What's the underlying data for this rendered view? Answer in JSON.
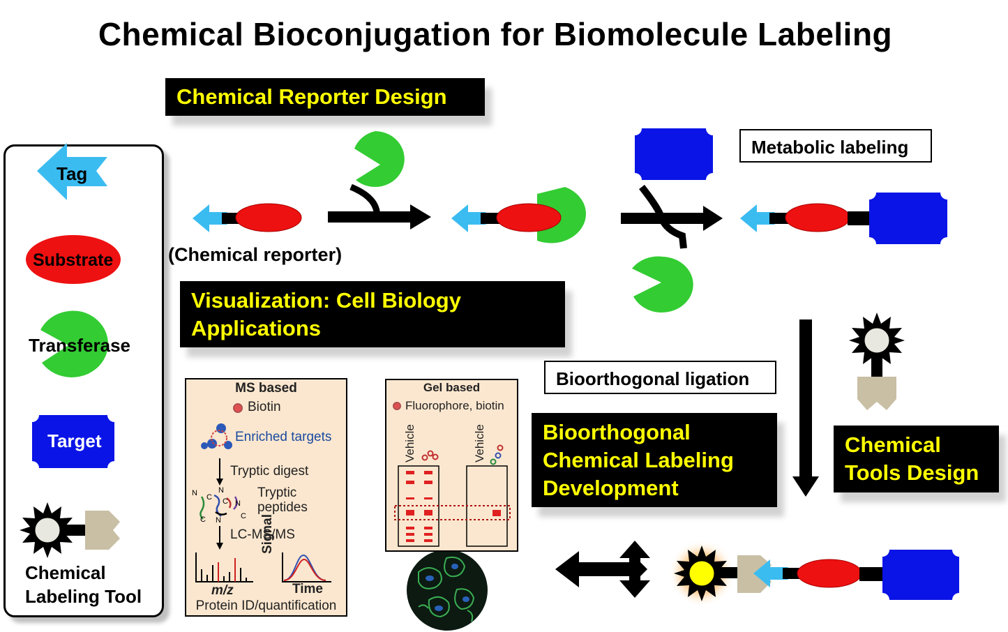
{
  "title": "Chemical Bioconjugation for Biomolecule Labeling",
  "legend": {
    "tag": "Tag",
    "substrate": "Substrate",
    "transferase": "Transferase",
    "target": "Target",
    "tool_line1": "Chemical",
    "tool_line2": "Labeling Tool"
  },
  "banners": {
    "reporter_design": "Chemical Reporter Design",
    "visualization_line1": "Visualization: Cell Biology",
    "visualization_line2": "Applications",
    "bioorthogonal_line1": "Bioorthogonal",
    "bioorthogonal_line2": "Chemical Labeling",
    "bioorthogonal_line3": "Development",
    "tools_line1": "Chemical",
    "tools_line2": "Tools Design"
  },
  "labels": {
    "chemical_reporter": "(Chemical reporter)",
    "metabolic_labeling": "Metabolic labeling",
    "bioorthogonal_ligation": "Bioorthogonal ligation"
  },
  "ms_panel": {
    "header": "MS based",
    "biotin": "Biotin",
    "enriched": "Enriched targets",
    "tryptic_digest": "Tryptic digest",
    "tryptic_line1": "Tryptic",
    "tryptic_line2": "peptides",
    "lcms": "LC-MS/MS",
    "mz": "m/z",
    "signal": "Signal",
    "time": "Time",
    "footer": "Protein ID/quantification"
  },
  "gel_panel": {
    "header": "Gel based",
    "fluorophore": "Fluorophore, biotin",
    "vehicle": "Vehicle"
  },
  "colors": {
    "tag": "#3bbcf0",
    "substrate": "#ee1111",
    "transferase": "#33cc33",
    "target": "#0a14e6",
    "banner_text": "#ffff00",
    "panel_bg": "#fbe7cf",
    "tool_handle": "#c8bfa4"
  }
}
